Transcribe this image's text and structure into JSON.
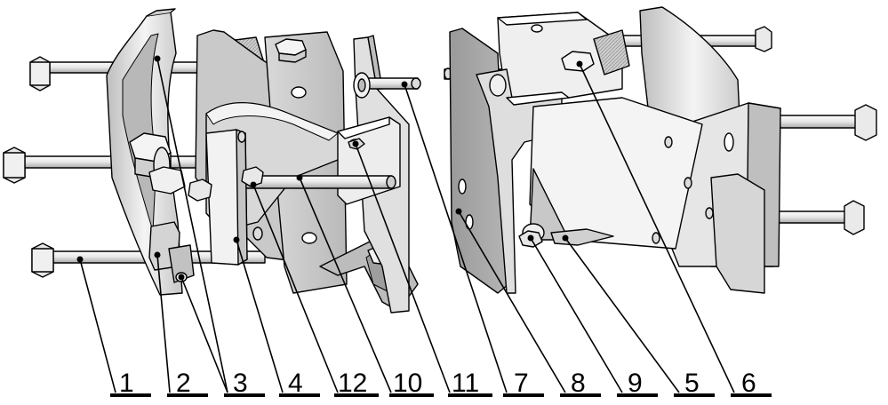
{
  "callouts": [
    {
      "number": "1"
    },
    {
      "number": "2"
    },
    {
      "number": "3"
    },
    {
      "number": "4"
    },
    {
      "number": "12"
    },
    {
      "number": "10"
    },
    {
      "number": "11"
    },
    {
      "number": "7"
    },
    {
      "number": "8"
    },
    {
      "number": "9"
    },
    {
      "number": "5"
    },
    {
      "number": "6"
    }
  ]
}
